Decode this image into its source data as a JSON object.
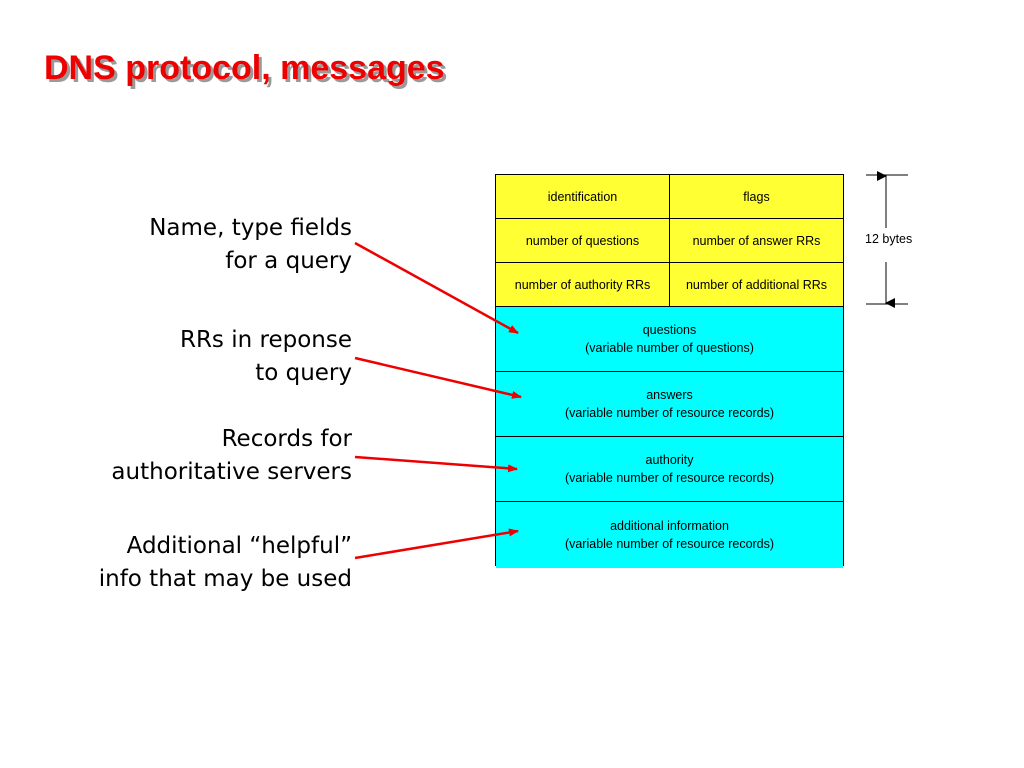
{
  "slide": {
    "title": "DNS protocol, messages",
    "title_color": "#ee0000"
  },
  "annotations": [
    {
      "line1": "Name, type fields",
      "line2": "for a query"
    },
    {
      "line1": "RRs in reponse",
      "line2": "to query"
    },
    {
      "line1": "Records for",
      "line2": "authoritative servers"
    },
    {
      "line1": "Additional “helpful”",
      "line2": "info that may be used"
    }
  ],
  "header_rows": [
    [
      "identification",
      "flags"
    ],
    [
      "number of questions",
      "number of answer RRs"
    ],
    [
      "number of authority RRs",
      "number of additional RRs"
    ]
  ],
  "sections": [
    {
      "name": "questions",
      "detail": "(variable number of questions)"
    },
    {
      "name": "answers",
      "detail": "(variable number of resource records)"
    },
    {
      "name": "authority",
      "detail": "(variable number of resource  records)"
    },
    {
      "name": "additional information",
      "detail": "(variable number of resource records)"
    }
  ],
  "size_label": "12 bytes",
  "colors": {
    "header_fill": "#ffff33",
    "section_fill": "#00ffff",
    "arrow": "#ee0000"
  }
}
